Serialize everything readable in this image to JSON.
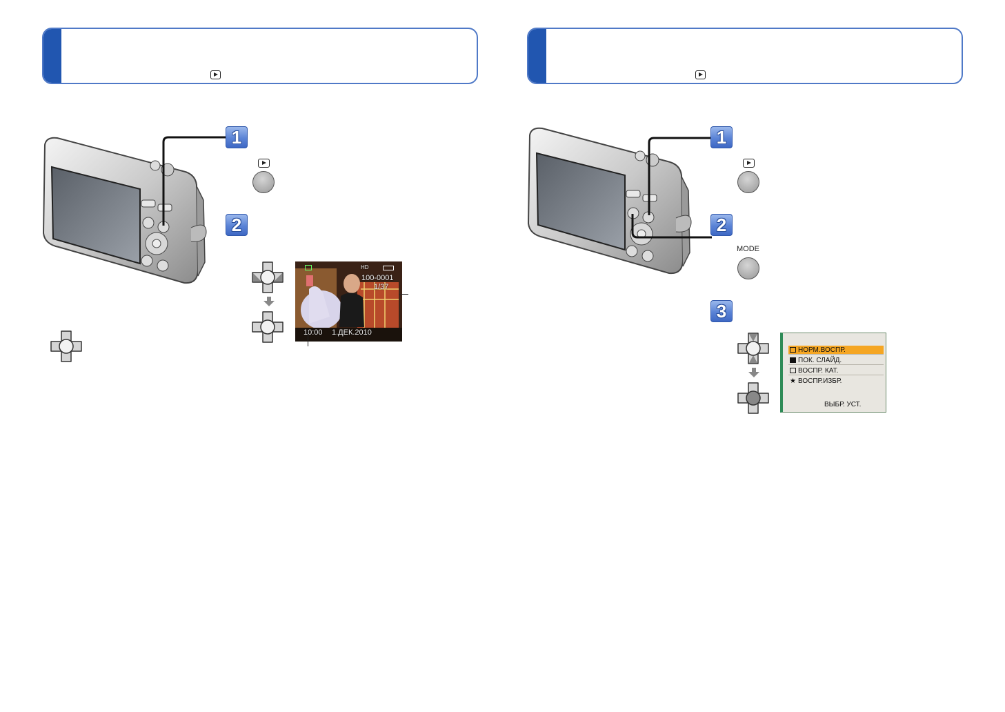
{
  "left": {
    "steps": [
      "1",
      "2"
    ],
    "photo": {
      "file_no": "100-0001",
      "count": "1/37",
      "time": "10:00",
      "date": "1.ДЕК.2010",
      "hd": "HD"
    }
  },
  "right": {
    "steps": [
      "1",
      "2",
      "3"
    ],
    "mode_label": "MODE",
    "menu": {
      "items": [
        "НОРМ.ВОСПР.",
        "ПОК. СЛАЙД.",
        "ВОСПР. КАТ.",
        "ВОСПР.ИЗБР."
      ],
      "footer": "ВЫБР. УСТ."
    }
  },
  "colors": {
    "accent": "#2156b0",
    "border": "#4f79c7",
    "menu_select": "#f5a623"
  }
}
